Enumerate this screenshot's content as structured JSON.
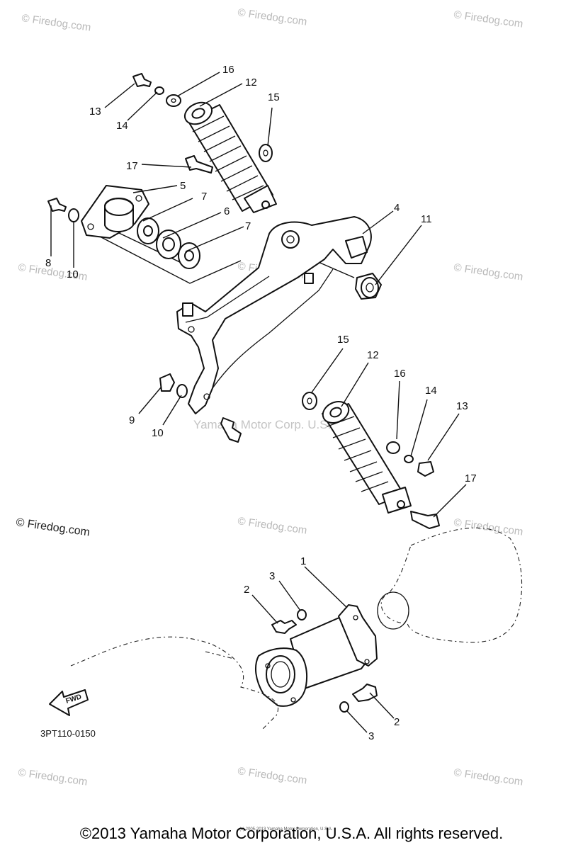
{
  "watermark_text": "© Firedog.com",
  "center_watermark": "Yamaha Motor Corp. U.S.A.",
  "diagram_code": "3PT110-0150",
  "fwd_label": "FWD",
  "footer_copyright": "©2013 Yamaha Motor Corporation, U.S.A. All rights reserved.",
  "footer_small_print": "(c) 2005-2013 Yamaha Motor Corporation, U.S.A.",
  "callouts": {
    "c1": "1",
    "c2a": "2",
    "c2b": "2",
    "c3a": "3",
    "c3b": "3",
    "c4": "4",
    "c5": "5",
    "c6": "6",
    "c7a": "7",
    "c7b": "7",
    "c8": "8",
    "c9": "9",
    "c10a": "10",
    "c10b": "10",
    "c11": "11",
    "c12a": "12",
    "c12b": "12",
    "c13a": "13",
    "c13b": "13",
    "c14a": "14",
    "c14b": "14",
    "c15a": "15",
    "c15b": "15",
    "c16a": "16",
    "c16b": "16",
    "c17a": "17",
    "c17b": "17"
  }
}
